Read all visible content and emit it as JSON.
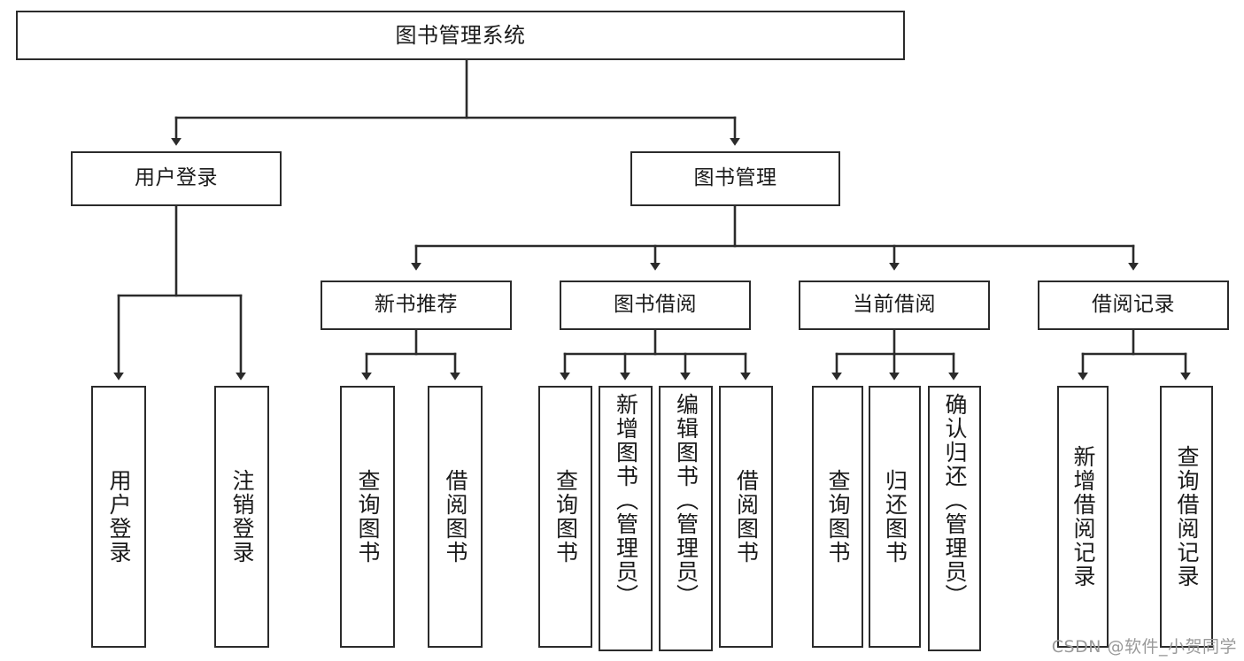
{
  "diagram": {
    "title": "图书管理系统",
    "type": "tree-hierarchy-diagram",
    "watermark": "CSDN @软件_小贺同学",
    "colors": {
      "border": "#2b2b2b",
      "background": "#ffffff",
      "text": "#1a1a1a",
      "watermark": "#9a9a9a"
    },
    "nodes": {
      "root": {
        "label": "图书管理系统"
      },
      "level2": [
        {
          "id": "user-login",
          "label": "用户登录"
        },
        {
          "id": "book-manage",
          "label": "图书管理"
        }
      ],
      "level3": [
        {
          "id": "new-book-recommend",
          "label": "新书推荐"
        },
        {
          "id": "book-borrow",
          "label": "图书借阅"
        },
        {
          "id": "current-borrow",
          "label": "当前借阅"
        },
        {
          "id": "borrow-record",
          "label": "借阅记录"
        }
      ],
      "leaves": {
        "user_login": [
          {
            "id": "leaf-user-login",
            "label": "用户登录"
          },
          {
            "id": "leaf-user-logout",
            "label": "注销登录"
          }
        ],
        "new_book_recommend": [
          {
            "id": "leaf-query-book-1",
            "label": "查询图书"
          },
          {
            "id": "leaf-borrow-book-1",
            "label": "借阅图书"
          }
        ],
        "book_borrow": [
          {
            "id": "leaf-query-book-2",
            "label": "查询图书"
          },
          {
            "id": "leaf-add-book",
            "label": "新增图书（管理员）"
          },
          {
            "id": "leaf-edit-book",
            "label": "编辑图书（管理员）"
          },
          {
            "id": "leaf-borrow-book-2",
            "label": "借阅图书"
          }
        ],
        "current_borrow": [
          {
            "id": "leaf-query-book-3",
            "label": "查询图书"
          },
          {
            "id": "leaf-return-book",
            "label": "归还图书"
          },
          {
            "id": "leaf-confirm-return",
            "label": "确认归还（管理员）"
          }
        ],
        "borrow_record": [
          {
            "id": "leaf-add-record",
            "label": "新增借阅记录"
          },
          {
            "id": "leaf-query-record",
            "label": "查询借阅记录"
          }
        ]
      }
    }
  }
}
